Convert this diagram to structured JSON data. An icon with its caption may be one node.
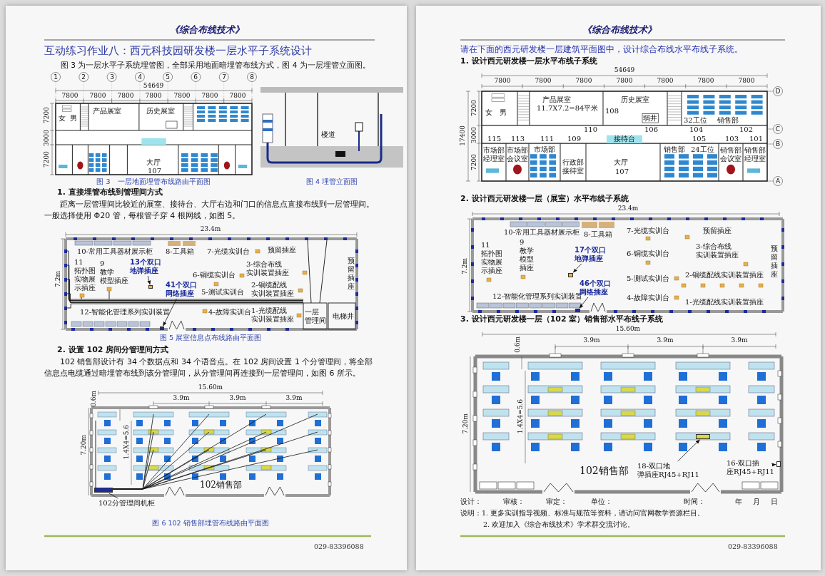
{
  "diagram": {
    "title": "互动练习作业八：西元科技园研发楼一层水平子系统设计",
    "nodes": [
      {
        "text": [
          "13个双口地弹插座"
        ]
      },
      {
        "text": [],
        "shape": "box"
      },
      {
        "text": [
          "41个双口网络插座"
        ]
      },
      {
        "text": [],
        "shape": "box"
      },
      {
        "text": [
          "102分管理间机柜"
        ]
      },
      {
        "text": [],
        "shape": "box"
      },
      {
        "text": [
          "17个双口地弹插座"
        ]
      },
      {
        "text": [],
        "shape": "box"
      },
      {
        "text": [
          "46个双口网络插座"
        ]
      },
      {
        "text": [],
        "shape": "box"
      },
      {
        "text": [
          "18-双口地弹插座RJ45+RJ11"
        ]
      },
      {
        "text": [],
        "shape": "box"
      },
      {
        "text": [
          "16-双口插座RJ45+RJ11"
        ]
      },
      {
        "text": [],
        "shape": "box"
      }
    ],
    "edges": [
      {
        "from": 0,
        "to": 1,
        "arrow": "to"
      },
      {
        "from": 2,
        "to": 3,
        "arrow": "to"
      },
      {
        "from": 4,
        "to": 5,
        "arrow": "none"
      },
      {
        "from": 6,
        "to": 7,
        "arrow": "to"
      },
      {
        "from": 8,
        "to": 9,
        "arrow": "to"
      },
      {
        "from": 10,
        "to": 11,
        "arrow": "to"
      },
      {
        "from": 12,
        "to": 13,
        "arrow": "to"
      }
    ],
    "labels": [
      "《综合布线技术》",
      "图 3 为一层水平子系统埋管图，全部采用地面暗埋管布线方式，图 4 为一层埋管立面图。",
      "1",
      "2",
      "3",
      "4",
      "5",
      "6",
      "7",
      "8",
      "54649",
      "7800",
      "7800",
      "7800",
      "7800",
      "7800",
      "7800",
      "7800",
      "7200",
      "3000",
      "7200",
      "女",
      "男",
      "产品展室",
      "历史展室",
      "大厅",
      "107",
      "楼道",
      "图 3　一层地面埋管布线路由平面图",
      "图 4 埋管立面图",
      "1. 直接埋管布线到管理间方式",
      "距离一层管理间比较近的展室、接待台、大厅右边和门口的信息点直接布线到一层管理间。一般选择使用 Φ20 管，每根管子穿 4 根网线，如图 5。",
      "23.4m",
      "7.2m",
      "10-常用工具器材展示柜",
      "8-工具箱",
      "7-光缆实训台",
      "预留插座",
      "11拓扑图实物展示插座",
      "9教学模型插座",
      "6-铜缆实训台",
      "3-综合布线实训装置插座",
      "预留插座",
      "5-测试实训台",
      "2-铜缆配线实训装置插座",
      "12-智能化管理系列实训装置",
      "4-故障实训台",
      "1-光缆配线实训装置插座",
      "一层管理间",
      "电梯井",
      "图 5 展室信息点布线路由平面图",
      "2. 设置 102 房间分管理间方式",
      "102 销售部设计有 34 个数据点和 34 个语音点。在 102 房间设置 1 个分管理间，将全部信息点电缆通过暗埋管布线到该分管理间，从分管理间再连接到一层管理间，如图 6 所示。",
      "15.60m",
      "3.9m",
      "3.9m",
      "3.9m",
      "0.6m",
      "7.20m",
      "1.4X4=5.6",
      "102销售部",
      "图 6 102 销售部埋管布线路由平面图",
      "029-83396088",
      "《综合布线技术》",
      "请在下面的西元研发楼一层建筑平面图中，设计综合布线水平布线子系统。",
      "1. 设计西元研发楼一层水平布线子系统",
      "54649",
      "7800",
      "7800",
      "7800",
      "7800",
      "7800",
      "7800",
      "7800",
      "D",
      "C",
      "B",
      "A",
      "17400",
      "7200",
      "3000",
      "7200",
      "女",
      "男",
      "产品展室",
      "11.7X7.2=84平米",
      "108",
      "历史展室",
      "弱井",
      "32工位",
      "销售部",
      "110",
      "106",
      "104",
      "102",
      "115",
      "113",
      "111",
      "109",
      "接待台",
      "105",
      "103",
      "101",
      "市场部经理室",
      "市场部会议室",
      "市场部",
      "行政部接待室",
      "大厅",
      "107",
      "销售部",
      "24工位",
      "销售部会议室",
      "销售部经理室",
      "2. 设计西元研发楼一层（展室）水平布线子系统",
      "23.4m",
      "7.2m",
      "10-常用工具器材展示柜",
      "8-工具箱",
      "7-光缆实训台",
      "预留插座",
      "11拓扑图实物展示插座",
      "9教学模型插座",
      "6-铜缆实训台",
      "3-综合布线实训装置插座",
      "预留插座",
      "5-测试实训台",
      "2-铜缆配线实训装置插座",
      "12-智能化管理系列实训装置",
      "4-故障实训台",
      "1-光缆配线实训装置插座",
      "3. 设计西元研发楼一层（102 室）销售部水平布线子系统",
      "15.60m",
      "3.9m",
      "3.9m",
      "3.9m",
      "0.6m",
      "7.20m",
      "1.4X4=5.6",
      "102销售部",
      "设计：",
      "审核：",
      "审定：",
      "单位：",
      "时间：",
      "年",
      "月",
      "日",
      "说明：1. 更多实训指导视频、标准与规范等资料，请访问官网教学资源栏目。",
      "2. 欢迎加入《综合布线技术》学术群交流讨论。",
      "029-83396088"
    ]
  }
}
